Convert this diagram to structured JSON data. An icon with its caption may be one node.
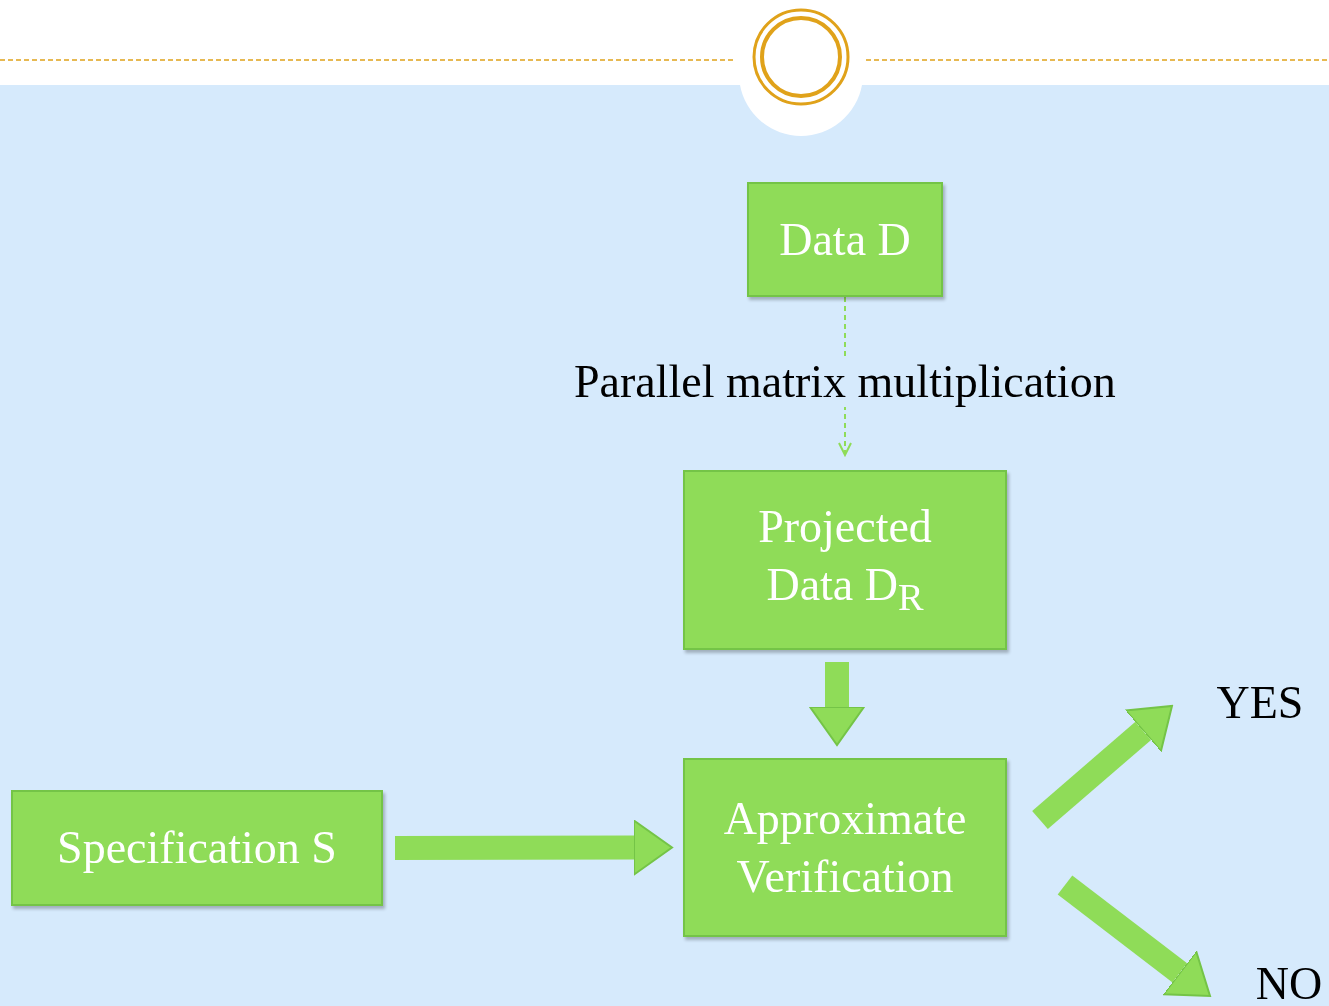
{
  "diagram": {
    "nodes": [
      {
        "text": [
          "Data D"
        ]
      },
      {
        "text": [
          "Projected Data D$_{R}$"
        ]
      },
      {
        "text": [
          "Specification S"
        ]
      },
      {
        "text": [
          "Approximate Verification"
        ]
      },
      {
        "text": [
          "YES"
        ]
      },
      {
        "text": [
          "NO"
        ]
      }
    ],
    "edges": [
      {
        "from": 0,
        "to": 1,
        "arrow": "to",
        "label": "Parallel matrix multiplication",
        "style": "dashed"
      },
      {
        "from": 1,
        "to": 3,
        "arrow": "to"
      },
      {
        "from": 2,
        "to": 3,
        "arrow": "to"
      },
      {
        "from": 3,
        "to": 4,
        "arrow": "to"
      },
      {
        "from": 3,
        "to": 5,
        "arrow": "to"
      }
    ]
  }
}
